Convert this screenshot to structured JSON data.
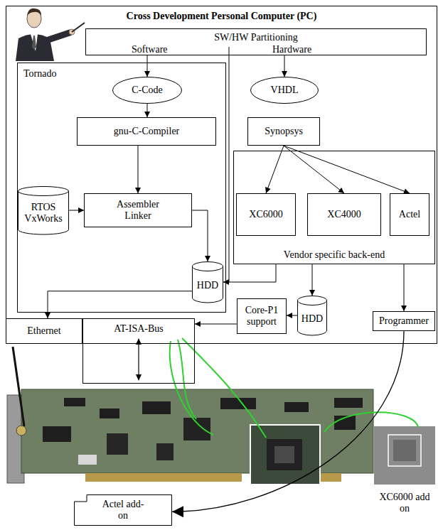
{
  "diagram": {
    "nodes": [
      {
        "text": [
          "Cross Development Personal Computer (PC)"
        ]
      },
      {
        "text": [
          "SW/HW Partitioning",
          "Software",
          "Hardware"
        ],
        "in": 0
      },
      {
        "text": [
          "Tornado"
        ],
        "in": 0
      },
      {
        "text": [
          "C-Code"
        ],
        "in": 2
      },
      {
        "text": [
          "gnu-C-Compiler"
        ],
        "in": 2
      },
      {
        "text": [
          "RTOS VxWorks"
        ],
        "in": 2
      },
      {
        "text": [
          "Assembler Linker"
        ],
        "in": 2
      },
      {
        "text": [
          "HDD"
        ],
        "in": 2
      },
      {
        "text": [
          "VHDL"
        ],
        "in": 0
      },
      {
        "text": [
          "Synopsys"
        ],
        "in": 0
      },
      {
        "text": [
          "Vendor specific back-end"
        ],
        "in": 0
      },
      {
        "text": [
          "XC6000"
        ],
        "in": 10
      },
      {
        "text": [
          "XC4000"
        ],
        "in": 10
      },
      {
        "text": [
          "Actel"
        ],
        "in": 10
      },
      {
        "text": [
          "HDD"
        ],
        "in": 0
      },
      {
        "text": [
          "Core-P1 support"
        ],
        "in": 0
      },
      {
        "text": [
          "Programmer"
        ],
        "in": 0
      },
      {
        "text": [
          "Ethernet"
        ],
        "in": 0
      },
      {
        "text": [
          "AT-ISA-Bus"
        ],
        "in": 0
      },
      {
        "text": [
          "Actel add-on"
        ]
      }
    ],
    "edges": [
      {
        "from": 1,
        "to": 3,
        "arrow": "to"
      },
      {
        "from": 1,
        "to": 8,
        "arrow": "to"
      },
      {
        "from": 3,
        "to": 4,
        "arrow": "to"
      },
      {
        "from": 4,
        "to": 6,
        "arrow": "to"
      },
      {
        "from": 5,
        "to": 6,
        "arrow": "to"
      },
      {
        "from": 6,
        "to": 7,
        "arrow": "to"
      },
      {
        "from": 7,
        "to": 17,
        "arrow": "to"
      },
      {
        "from": 9,
        "to": 11,
        "arrow": "to"
      },
      {
        "from": 9,
        "to": 12,
        "arrow": "to"
      },
      {
        "from": 9,
        "to": 13,
        "arrow": "to"
      },
      {
        "from": 10,
        "to": 7,
        "arrow": "to"
      },
      {
        "from": 10,
        "to": 14,
        "arrow": "to"
      },
      {
        "from": 10,
        "to": 16,
        "arrow": "to"
      },
      {
        "from": 14,
        "to": 15,
        "arrow": "to"
      },
      {
        "from": 15,
        "to": 18,
        "arrow": "to"
      },
      {
        "from": 16,
        "to": 19,
        "arrow": "to"
      }
    ],
    "labels": [
      "XC6000 add on"
    ]
  }
}
